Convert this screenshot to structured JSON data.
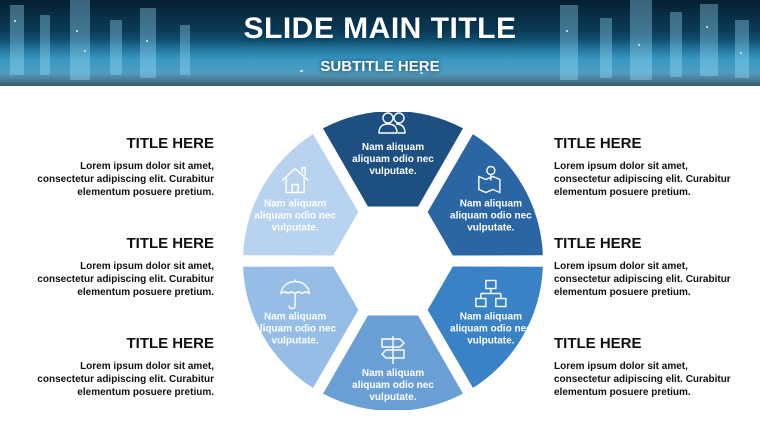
{
  "header": {
    "title": "SLIDE MAIN TITLE",
    "subtitle": "SUBTITLE HERE"
  },
  "left_blocks": [
    {
      "title": "TITLE HERE",
      "lines": [
        "Lorem ipsum dolor sit amet,",
        "consectetur adipiscing elit. Curabitur",
        "elementum posuere pretium."
      ]
    },
    {
      "title": "TITLE HERE",
      "lines": [
        "Lorem ipsum dolor sit amet,",
        "consectetur adipiscing elit. Curabitur",
        "elementum posuere pretium."
      ]
    },
    {
      "title": "TITLE HERE",
      "lines": [
        "Lorem ipsum dolor sit amet,",
        "consectetur adipiscing elit. Curabitur",
        "elementum posuere pretium."
      ]
    }
  ],
  "right_blocks": [
    {
      "title": "TITLE HERE",
      "lines": [
        "Lorem ipsum dolor sit amet,",
        "consectetur adipiscing elit. Curabitur",
        "elementum posuere pretium."
      ]
    },
    {
      "title": "TITLE HERE",
      "lines": [
        "Lorem ipsum dolor sit amet,",
        "consectetur adipiscing elit. Curabitur",
        "elementum posuere pretium."
      ]
    },
    {
      "title": "TITLE HERE",
      "lines": [
        "Lorem ipsum dolor sit amet,",
        "consectetur adipiscing elit. Curabitur",
        "elementum posuere pretium."
      ]
    }
  ],
  "wheel": {
    "segments": [
      {
        "icon": "users-icon",
        "color": "#1d4f80",
        "text_color": "#ffffff",
        "lines": [
          "Nam aliquam",
          "aliquam odio nec",
          "vulputate."
        ]
      },
      {
        "icon": "map-icon",
        "color": "#2a66a4",
        "text_color": "#ffffff",
        "lines": [
          "Nam aliquam",
          "aliquam odio nec",
          "vulputate."
        ]
      },
      {
        "icon": "network-icon",
        "color": "#3a82c6",
        "text_color": "#ffffff",
        "lines": [
          "Nam aliquam",
          "aliquam odio nec",
          "vulputate."
        ]
      },
      {
        "icon": "signpost-icon",
        "color": "#6a9fd6",
        "text_color": "#ffffff",
        "lines": [
          "Nam aliquam",
          "aliquam odio nec",
          "vulputate."
        ]
      },
      {
        "icon": "umbrella-icon",
        "color": "#95bde6",
        "text_color": "#ffffff",
        "lines": [
          "Nam aliquam",
          "aliquam odio nec",
          "vulputate."
        ]
      },
      {
        "icon": "home-icon",
        "color": "#b7d3ef",
        "text_color": "#ffffff",
        "lines": [
          "Nam aliquam",
          "aliquam odio nec",
          "vulputate."
        ]
      }
    ]
  }
}
